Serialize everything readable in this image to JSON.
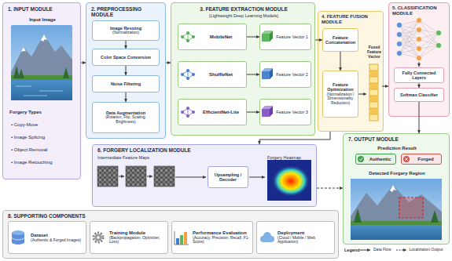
{
  "diagram": {
    "nodes": [
      {
        "text": [
          "1. INPUT MODULE",
          "Input Image",
          "Forgery Types",
          "• Copy-Move",
          "• Image Splicing",
          "• Object Removal",
          "• Image Retouching"
        ]
      },
      {
        "text": [
          "2. PREPROCESSING MODULE"
        ]
      },
      {
        "text": [
          "Image Resizing",
          "(Normalization)"
        ],
        "in": 1
      },
      {
        "text": [
          "Color Space Conversion"
        ],
        "in": 1
      },
      {
        "text": [
          "Noise Filtering"
        ],
        "in": 1
      },
      {
        "text": [
          "Data Augmentation",
          "(Rotation, Flip, Scaling, Brightness)"
        ],
        "in": 1
      },
      {
        "text": [
          "3. FEATURE EXTRACTION MODULE",
          "(Lightweight Deep Learning Models)"
        ]
      },
      {
        "text": [
          "MobileNet"
        ],
        "in": 6
      },
      {
        "text": [
          "Feature Vector 1"
        ],
        "in": 6
      },
      {
        "text": [
          "ShuffleNet"
        ],
        "in": 6
      },
      {
        "text": [
          "Feature Vector 2"
        ],
        "in": 6
      },
      {
        "text": [
          "EfficientNet-Lite"
        ],
        "in": 6
      },
      {
        "text": [
          "Feature Vector 3"
        ],
        "in": 6
      },
      {
        "text": [
          "4. FEATURE FUSION MODULE"
        ]
      },
      {
        "text": [
          "Feature Concatenation"
        ],
        "in": 13
      },
      {
        "text": [
          "Feature Optimization",
          "(Normalization / Dimensionality Reduction)"
        ],
        "in": 13
      },
      {
        "text": [
          "Fused Feature Vector"
        ],
        "in": 13
      },
      {
        "text": [
          "5. CLASSIFICATION MODULE"
        ]
      },
      {
        "text": [
          "Fully Connected Layers"
        ],
        "in": 17
      },
      {
        "text": [
          "Softmax Classifier"
        ],
        "in": 17
      },
      {
        "text": [
          "6. FORGERY LOCALIZATION MODULE",
          "Intermediate Feature Maps",
          "Forgery Heatmap"
        ]
      },
      {
        "text": [
          "Upsampling / Decoder"
        ],
        "in": 20
      },
      {
        "text": [
          "7. OUTPUT MODULE",
          "Prediction Result",
          "Detected Forgery Region"
        ]
      },
      {
        "text": [
          "Authentic"
        ],
        "in": 22
      },
      {
        "text": [
          "Forged"
        ],
        "in": 22
      },
      {
        "text": [
          "8. SUPPORTING COMPONENTS"
        ]
      },
      {
        "text": [
          "Dataset",
          "(Authentic & Forged Images)"
        ],
        "in": 25
      },
      {
        "text": [
          "Training Module",
          "(Backpropagation, Optimizer, Loss)"
        ],
        "in": 25
      },
      {
        "text": [
          "Performance Evaluation",
          "(Accuracy, Precision, Recall, F1-Score)"
        ],
        "in": 25
      },
      {
        "text": [
          "Deployment",
          "(Cloud / Mobile / Web Application)"
        ],
        "in": 25
      }
    ],
    "edges": [
      {
        "from": 0,
        "to": 1,
        "arrow": "to"
      },
      {
        "from": 1,
        "to": 6,
        "arrow": "to"
      },
      {
        "from": 2,
        "to": 3,
        "arrow": "to"
      },
      {
        "from": 3,
        "to": 4,
        "arrow": "to"
      },
      {
        "from": 4,
        "to": 5,
        "arrow": "to"
      },
      {
        "from": 7,
        "to": 8,
        "arrow": "to"
      },
      {
        "from": 9,
        "to": 10,
        "arrow": "to"
      },
      {
        "from": 11,
        "to": 12,
        "arrow": "to"
      },
      {
        "from": 6,
        "to": 14,
        "arrow": "to"
      },
      {
        "from": 14,
        "to": 15,
        "arrow": "to"
      },
      {
        "from": 15,
        "to": 16,
        "arrow": "to"
      },
      {
        "from": 16,
        "to": 17,
        "arrow": "to"
      },
      {
        "from": 18,
        "to": 19,
        "arrow": "to"
      },
      {
        "from": 19,
        "to": 22,
        "arrow": "to"
      },
      {
        "from": 13,
        "to": 20,
        "arrow": "to"
      },
      {
        "from": 20,
        "to": 22,
        "arrow": "to"
      }
    ],
    "labels": [
      "Legend"
    ],
    "legend": [
      {
        "text": "Data Flow"
      },
      {
        "text": "Localization Output"
      }
    ]
  }
}
